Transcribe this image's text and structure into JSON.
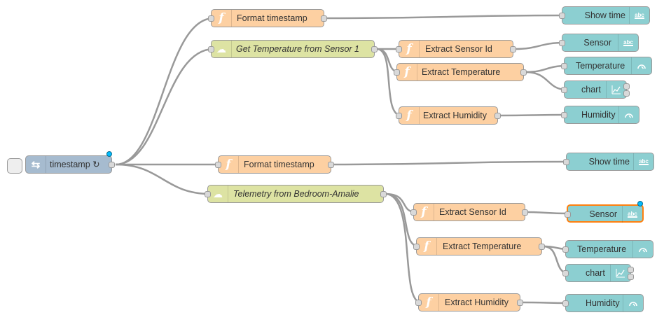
{
  "nodes": {
    "timestamp": {
      "label": "timestamp ↻",
      "icon": "inject-arrows-icon"
    },
    "format1": {
      "label": "Format timestamp",
      "icon": "function-icon"
    },
    "getTemp": {
      "label": "Get Temperature from Sensor 1",
      "icon": "cloud-icon"
    },
    "extractId1": {
      "label": "Extract Sensor Id",
      "icon": "function-icon"
    },
    "extractTemp1": {
      "label": "Extract Temperature",
      "icon": "function-icon"
    },
    "extractHum1": {
      "label": "Extract Humidity",
      "icon": "function-icon"
    },
    "showTime1": {
      "label": "Show time",
      "icon": "abc-text-icon"
    },
    "sensor1": {
      "label": "Sensor",
      "icon": "abc-text-icon"
    },
    "temp1": {
      "label": "Temperature",
      "icon": "gauge-icon"
    },
    "chart1": {
      "label": "chart",
      "icon": "chart-icon"
    },
    "hum1": {
      "label": "Humidity",
      "icon": "gauge-icon"
    },
    "format2": {
      "label": "Format timestamp",
      "icon": "function-icon"
    },
    "telemetry": {
      "label": "Telemetry from Bedroom-Amalie",
      "icon": "cloud-icon"
    },
    "extractId2": {
      "label": "Extract Sensor Id",
      "icon": "function-icon"
    },
    "extractTemp2": {
      "label": "Extract Temperature",
      "icon": "function-icon"
    },
    "extractHum2": {
      "label": "Extract Humidity",
      "icon": "function-icon"
    },
    "showTime2": {
      "label": "Show time",
      "icon": "abc-text-icon"
    },
    "sensor2": {
      "label": "Sensor",
      "icon": "abc-text-icon"
    },
    "temp2": {
      "label": "Temperature",
      "icon": "gauge-icon"
    },
    "chart2": {
      "label": "chart",
      "icon": "chart-icon"
    },
    "hum2": {
      "label": "Humidity",
      "icon": "gauge-icon"
    }
  },
  "abc_text": "abc",
  "colors": {
    "function": "#fdd0a2",
    "subflow": "#dde3a3",
    "inject": "#a6bbcf",
    "dashboard": "#8ccfd1",
    "wire": "#999999",
    "changed_dot": "#00bcff",
    "selected": "#ff7f0e"
  }
}
